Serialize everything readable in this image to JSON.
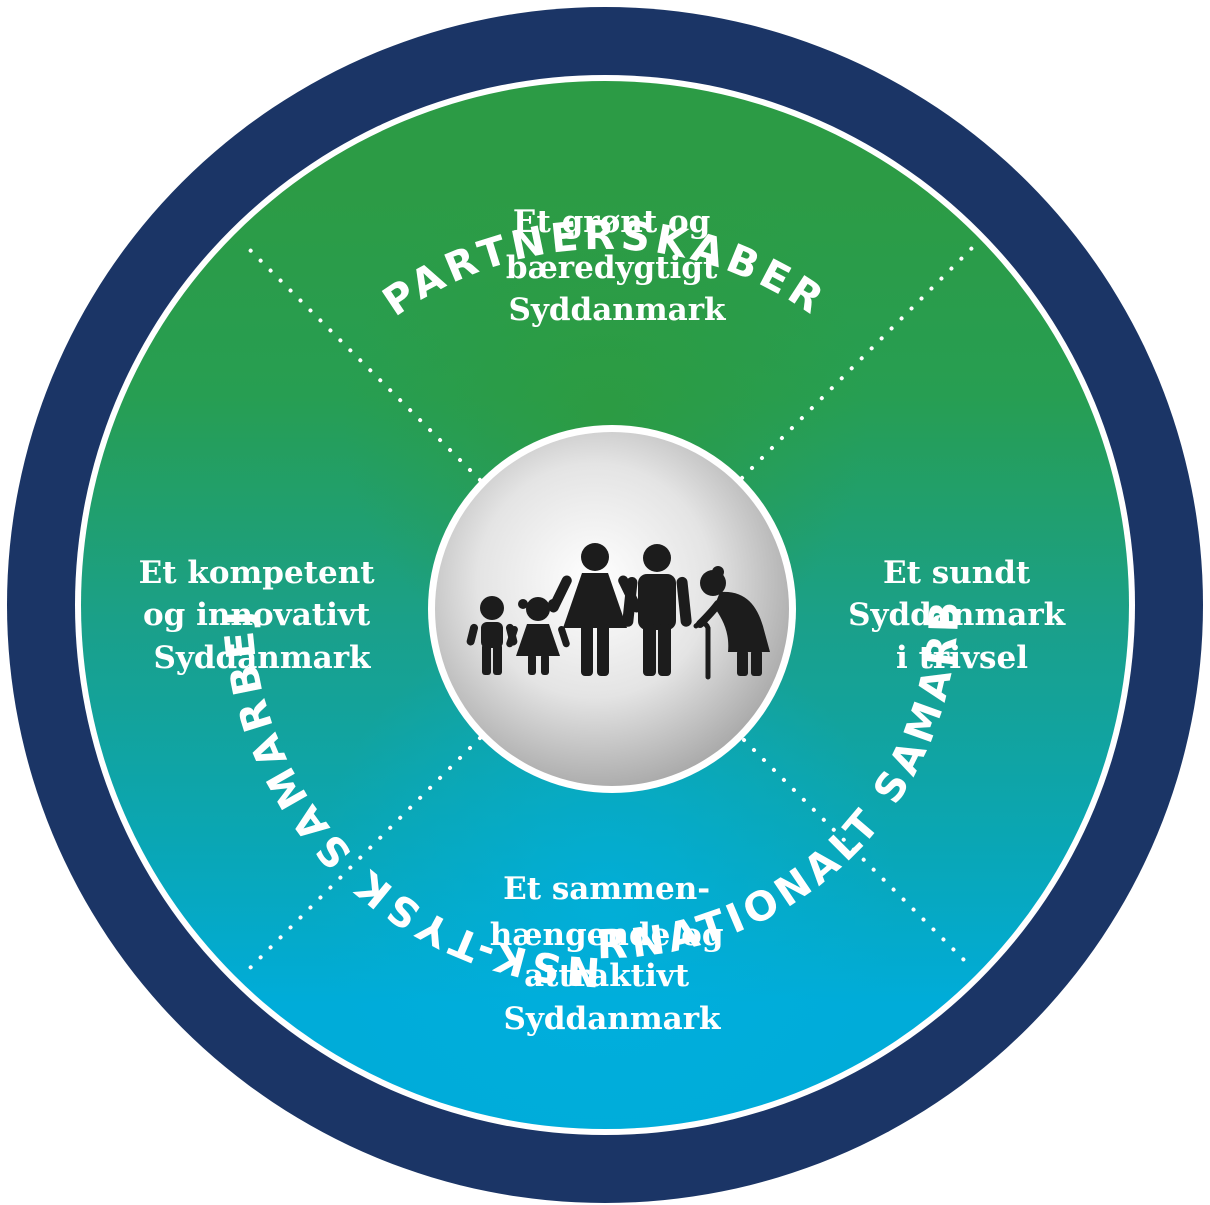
{
  "ring": {
    "top": "PARTNERSKABER",
    "left": "DANSK-TYSK SAMARBEJDE",
    "right": "INTERNATIONALT SAMARBEJDE"
  },
  "quadrants": {
    "top": [
      "Et grønt og",
      "bæredygtigt",
      "Syddanmark"
    ],
    "left": [
      "Et kompetent",
      "og innovativt",
      "Syddanmark"
    ],
    "right": [
      "Et sundt",
      "Syddanmark",
      "i trivsel"
    ],
    "bottom": [
      "Et sammen-",
      "hængende og",
      "attraktivt",
      "Syddanmark"
    ]
  },
  "center": {
    "icon": "family-generations-icon"
  },
  "colors": {
    "ring": "#1b3566",
    "top_green": "#2c9b45",
    "middle_teal": "#1aa08a",
    "bottom_blue": "#00acd9",
    "center_white": "#ffffff",
    "center_grey": "#bdbdbd",
    "figures": "#1c1c1c"
  }
}
